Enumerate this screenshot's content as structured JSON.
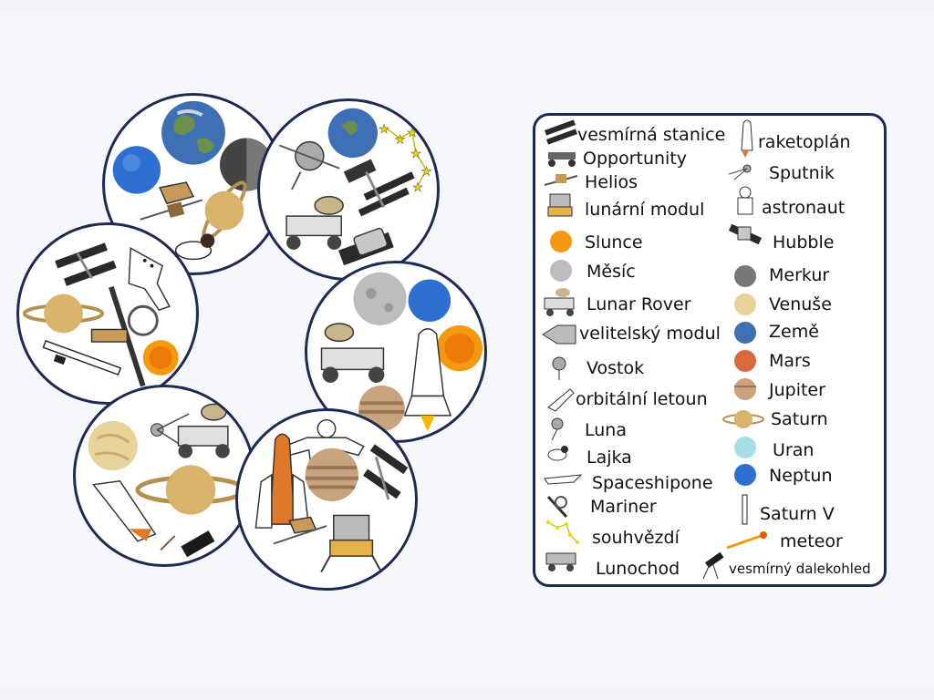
{
  "legend": {
    "left": [
      {
        "label": "vesmírná stanice",
        "icon": "space-station-icon"
      },
      {
        "label": "Opportunity",
        "icon": "rover-icon"
      },
      {
        "label": "Helios",
        "icon": "probe-icon"
      },
      {
        "label": "lunární modul",
        "icon": "lunar-module-icon"
      },
      {
        "label": "Slunce",
        "icon": "sun-icon"
      },
      {
        "label": "Měsíc",
        "icon": "moon-icon"
      },
      {
        "label": "Lunar Rover",
        "icon": "lunar-rover-icon"
      },
      {
        "label": "velitelský modul",
        "icon": "command-module-icon"
      },
      {
        "label": "Vostok",
        "icon": "vostok-icon"
      },
      {
        "label": "orbitální letoun",
        "icon": "orbital-plane-icon"
      },
      {
        "label": "Luna",
        "icon": "luna-probe-icon"
      },
      {
        "label": "Lajka",
        "icon": "dog-icon"
      },
      {
        "label": "Spaceshipone",
        "icon": "spaceshipone-icon"
      },
      {
        "label": "Mariner",
        "icon": "mariner-icon"
      },
      {
        "label": "souhvězdí",
        "icon": "constellation-icon"
      },
      {
        "label": "Lunochod",
        "icon": "lunokhod-icon"
      }
    ],
    "right": [
      {
        "label": "raketoplán",
        "icon": "space-shuttle-icon"
      },
      {
        "label": "Sputnik",
        "icon": "sputnik-icon"
      },
      {
        "label": "astronaut",
        "icon": "astronaut-icon"
      },
      {
        "label": "Hubble",
        "icon": "hubble-icon"
      },
      {
        "label": "Merkur",
        "icon": "mercury-icon"
      },
      {
        "label": "Venuše",
        "icon": "venus-icon"
      },
      {
        "label": "Země",
        "icon": "earth-icon"
      },
      {
        "label": "Mars",
        "icon": "mars-icon"
      },
      {
        "label": "Jupiter",
        "icon": "jupiter-icon"
      },
      {
        "label": "Saturn",
        "icon": "saturn-icon"
      },
      {
        "label": "Uran",
        "icon": "uranus-icon"
      },
      {
        "label": "Neptun",
        "icon": "neptune-icon"
      },
      {
        "label": "Saturn V",
        "icon": "saturn-v-icon"
      },
      {
        "label": "meteor",
        "icon": "meteor-icon"
      },
      {
        "label": "vesmírný dalekohled",
        "icon": "telescope-icon"
      }
    ]
  },
  "colors": {
    "border": "#1d2a52",
    "earth": "#3f6fb5",
    "neptune": "#2f6fd1",
    "sun": "#f59a10",
    "moon": "#b9b9b9",
    "mercury": "#777777",
    "venus": "#e8d49a",
    "mars": "#d86a3e",
    "jupiter": "#c9a27e",
    "saturn": "#d9b36b",
    "uranus": "#a9dde6"
  },
  "cards": [
    {
      "name": "card-1",
      "items": [
        "earth-icon",
        "neptune-icon",
        "mercury-icon",
        "probe-icon",
        "saturn-icon",
        "dog-icon"
      ]
    },
    {
      "name": "card-2",
      "items": [
        "earth-icon",
        "constellation-icon",
        "vostok-icon",
        "space-station-icon",
        "lunar-rover-icon",
        "hubble-icon"
      ]
    },
    {
      "name": "card-3",
      "items": [
        "space-station-icon",
        "spaceshipone-icon",
        "saturn-icon",
        "mariner-icon",
        "sun-icon",
        "saturn-v-icon"
      ]
    },
    {
      "name": "card-4",
      "items": [
        "moon-icon",
        "neptune-icon",
        "lunar-rover-icon",
        "sun-icon",
        "space-shuttle-icon",
        "jupiter-icon"
      ]
    },
    {
      "name": "card-5",
      "items": [
        "venus-icon",
        "sputnik-icon",
        "lunar-rover-icon",
        "saturn-icon",
        "space-shuttle-icon",
        "telescope-icon"
      ]
    },
    {
      "name": "card-6",
      "items": [
        "astronaut-icon",
        "space-shuttle-icon",
        "jupiter-icon",
        "space-station-icon",
        "probe-icon",
        "lunar-module-icon"
      ]
    }
  ]
}
